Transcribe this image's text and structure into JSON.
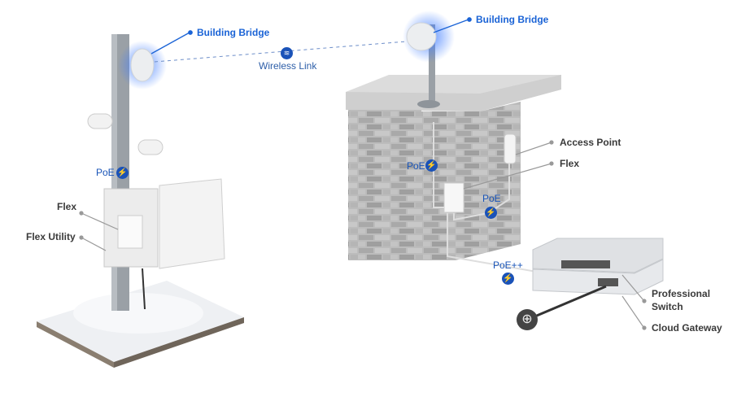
{
  "labels": {
    "building_bridge_left": "Building Bridge",
    "building_bridge_right": "Building Bridge",
    "wireless_link": "Wireless Link",
    "poe_pole": "PoE",
    "flex_left": "Flex",
    "flex_utility": "Flex Utility",
    "access_point": "Access Point",
    "flex_right": "Flex",
    "poe_building": "PoE",
    "poe_flex": "PoE",
    "poe_plus": "PoE++",
    "professional_switch_1": "Professional",
    "professional_switch_2": "Switch",
    "cloud_gateway": "Cloud Gateway"
  },
  "icons": {
    "poe": "lightning-bolt-icon",
    "wireless": "wireless-icon",
    "internet": "globe-icon"
  },
  "colors": {
    "accent": "#1a63d6",
    "label_gray": "#3a3a3a"
  }
}
